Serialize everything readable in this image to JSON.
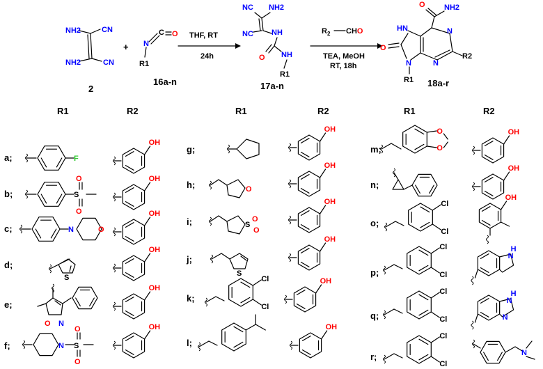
{
  "reaction": {
    "compound_2": "2",
    "plus": "+",
    "compound_16": "16a-n",
    "compound_17": "17a-n",
    "compound_18": "18a-r",
    "step1": {
      "line1": "THF, RT",
      "line2": "24h"
    },
    "step2": {
      "line1": "TEA, MeOH",
      "line2": "RT, 18h"
    }
  },
  "atoms": {
    "NH2": "NH2",
    "CN": "CN",
    "NC": "NC",
    "N": "N",
    "NH": "NH",
    "O": "O",
    "OH": "OH",
    "F": "F",
    "S": "S",
    "Cl": "Cl",
    "R1": "R1",
    "R2": "R2",
    "R2CHO": "R2—CHO",
    "HN": "HN",
    "H": "H"
  },
  "colors": {
    "nitrogen": "#0000ff",
    "oxygen": "#ff0000",
    "fluorine": "#33cc33",
    "sulfur": "#000000",
    "chlorine": "#000000"
  },
  "table": {
    "col1": {
      "h_r1": "R1",
      "h_r2": "R2",
      "rows": [
        {
          "label": "a;"
        },
        {
          "label": "b;"
        },
        {
          "label": "c;"
        },
        {
          "label": "d;"
        },
        {
          "label": "e;"
        },
        {
          "label": "f;"
        }
      ]
    },
    "col2": {
      "h_r1": "R1",
      "h_r2": "R2",
      "rows": [
        {
          "label": "g;"
        },
        {
          "label": "h;"
        },
        {
          "label": "i;"
        },
        {
          "label": "j;"
        },
        {
          "label": "k;"
        },
        {
          "label": "l;"
        }
      ]
    },
    "col3": {
      "h_r1": "R1",
      "h_r2": "R2",
      "rows": [
        {
          "label": "m;"
        },
        {
          "label": "n;"
        },
        {
          "label": "o;"
        },
        {
          "label": "p;"
        },
        {
          "label": "q;"
        },
        {
          "label": "r;"
        }
      ]
    }
  }
}
